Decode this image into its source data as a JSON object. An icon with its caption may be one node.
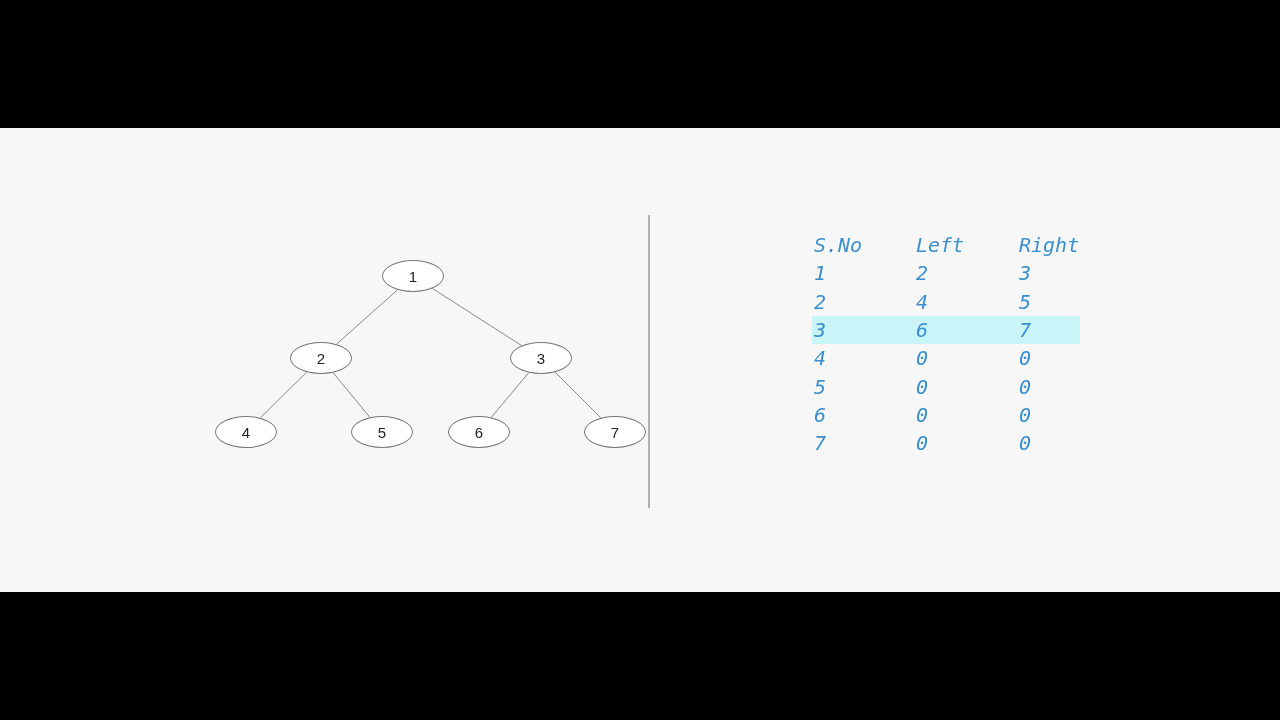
{
  "diagram": {
    "nodes": [
      {
        "text": [
          "1"
        ]
      },
      {
        "text": [
          "2"
        ]
      },
      {
        "text": [
          "3"
        ]
      },
      {
        "text": [
          "4"
        ]
      },
      {
        "text": [
          "5"
        ]
      },
      {
        "text": [
          "6"
        ]
      },
      {
        "text": [
          "7"
        ]
      }
    ],
    "edges": [
      {
        "from": 0,
        "to": 1,
        "arrow": "none"
      },
      {
        "from": 0,
        "to": 2,
        "arrow": "none"
      },
      {
        "from": 1,
        "to": 3,
        "arrow": "none"
      },
      {
        "from": 1,
        "to": 4,
        "arrow": "none"
      },
      {
        "from": 2,
        "to": 5,
        "arrow": "none"
      },
      {
        "from": 2,
        "to": 6,
        "arrow": "none"
      }
    ],
    "labels": [
      "S.No",
      "Left",
      "Right",
      "1",
      "2",
      "3",
      "2",
      "4",
      "5",
      "3",
      "6",
      "7",
      "4",
      "0",
      "0",
      "5",
      "0",
      "0",
      "6",
      "0",
      "0",
      "7",
      "0",
      "0"
    ]
  }
}
